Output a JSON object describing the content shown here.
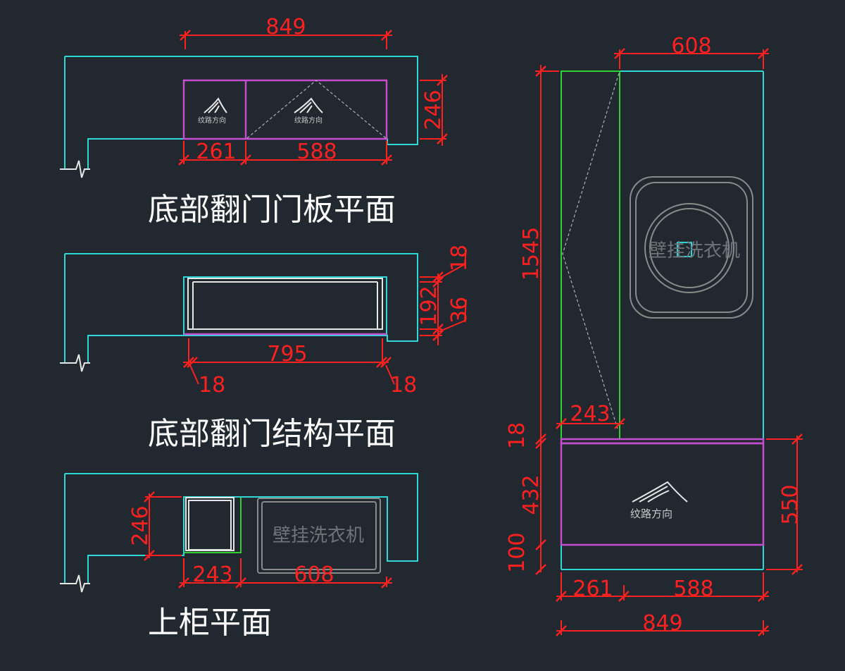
{
  "titles": {
    "door_panel_plan": "底部翻门门板平面",
    "door_structure_plan": "底部翻门结构平面",
    "upper_cabinet_plan": "上柜平面"
  },
  "dims": {
    "top_overall": "849",
    "top_height": "246",
    "top_left_width": "261",
    "top_right_width": "588",
    "mid_inner": "795",
    "mid_height": "192",
    "mid_top_gap": "18",
    "mid_bottom_gap": "36",
    "mid_left_gap": "18",
    "mid_right_gap": "18",
    "bot_height": "246",
    "bot_left_width": "243",
    "bot_right_width": "608",
    "elev_top_width": "608",
    "elev_upper_height": "1545",
    "elev_inner_width": "243",
    "elev_shelf": "18",
    "elev_lower_height": "432",
    "elev_toe": "100",
    "elev_lower_total": "550",
    "elev_left_width": "261",
    "elev_right_width": "588",
    "elev_overall": "849"
  },
  "labels": {
    "washer": "壁挂洗衣机",
    "logo_top_left": "纹路方向",
    "logo_top_right": "纹路方向",
    "logo_elev": "纹路方向"
  },
  "colors": {
    "background": "#212830",
    "outline": "#2fd6d6",
    "panel": "#c44dd2",
    "dimension": "#ff2020",
    "structure": "#2fd02f"
  }
}
